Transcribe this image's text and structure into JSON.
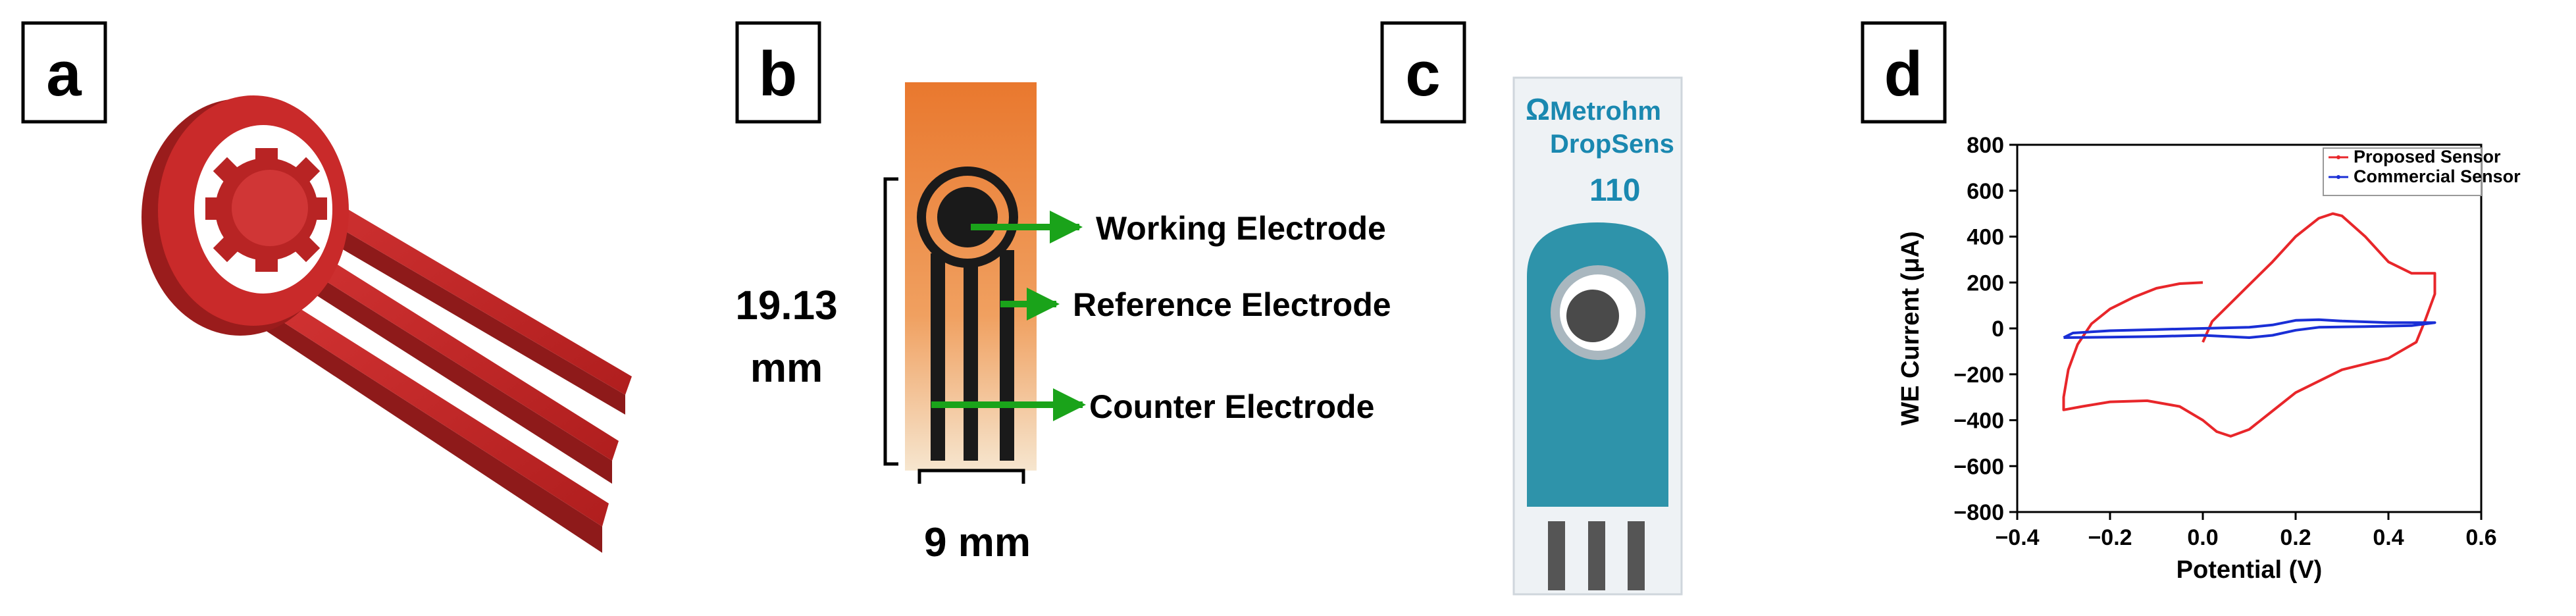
{
  "panels": {
    "a": {
      "letter": "a"
    },
    "b": {
      "letter": "b",
      "height_value": "19.13",
      "height_unit": "mm",
      "width_label": "9 mm",
      "labels": {
        "working": "Working Electrode",
        "reference": "Reference Electrode",
        "counter": "Counter Electrode"
      },
      "arrow_color": "#1aa31a"
    },
    "c": {
      "letter": "c",
      "brand_symbol": "Ω",
      "brand_line1": "Metrohm",
      "brand_line2": "DropSens",
      "model": "110",
      "sensor_color": "#2e93aa"
    },
    "d": {
      "letter": "d"
    }
  },
  "chart_data": {
    "type": "line",
    "xlabel": "Potential (V)",
    "ylabel": "WE Current (μA)",
    "xlim": [
      -0.4,
      0.6
    ],
    "ylim": [
      -800,
      800
    ],
    "xticks": [
      -0.4,
      -0.2,
      0.0,
      0.2,
      0.4,
      0.6
    ],
    "yticks": [
      -800,
      -600,
      -400,
      -200,
      0,
      200,
      400,
      600,
      800
    ],
    "grid": false,
    "legend": "top-right",
    "series": [
      {
        "name": "Proposed Sensor",
        "color": "#e8262a",
        "points": [
          [
            0.0,
            200
          ],
          [
            -0.05,
            195
          ],
          [
            -0.1,
            175
          ],
          [
            -0.15,
            135
          ],
          [
            -0.2,
            85
          ],
          [
            -0.24,
            20
          ],
          [
            -0.27,
            -70
          ],
          [
            -0.29,
            -180
          ],
          [
            -0.3,
            -300
          ],
          [
            -0.3,
            -355
          ],
          [
            -0.26,
            -340
          ],
          [
            -0.2,
            -320
          ],
          [
            -0.12,
            -315
          ],
          [
            -0.05,
            -340
          ],
          [
            0.0,
            -400
          ],
          [
            0.03,
            -450
          ],
          [
            0.06,
            -470
          ],
          [
            0.1,
            -440
          ],
          [
            0.15,
            -360
          ],
          [
            0.2,
            -280
          ],
          [
            0.3,
            -180
          ],
          [
            0.4,
            -130
          ],
          [
            0.46,
            -60
          ],
          [
            0.48,
            40
          ],
          [
            0.5,
            150
          ],
          [
            0.5,
            240
          ],
          [
            0.45,
            240
          ],
          [
            0.4,
            290
          ],
          [
            0.35,
            400
          ],
          [
            0.3,
            490
          ],
          [
            0.28,
            500
          ],
          [
            0.25,
            480
          ],
          [
            0.2,
            400
          ],
          [
            0.15,
            290
          ],
          [
            0.1,
            190
          ],
          [
            0.05,
            90
          ],
          [
            0.02,
            30
          ],
          [
            0.0,
            -60
          ]
        ]
      },
      {
        "name": "Commercial Sensor",
        "color": "#1a2fd6",
        "points": [
          [
            -0.3,
            -40
          ],
          [
            -0.28,
            -20
          ],
          [
            -0.2,
            -10
          ],
          [
            -0.1,
            -5
          ],
          [
            0.0,
            0
          ],
          [
            0.1,
            5
          ],
          [
            0.15,
            15
          ],
          [
            0.2,
            35
          ],
          [
            0.25,
            38
          ],
          [
            0.3,
            32
          ],
          [
            0.4,
            25
          ],
          [
            0.5,
            25
          ],
          [
            0.45,
            12
          ],
          [
            0.35,
            8
          ],
          [
            0.25,
            5
          ],
          [
            0.2,
            -8
          ],
          [
            0.15,
            -30
          ],
          [
            0.1,
            -40
          ],
          [
            0.05,
            -35
          ],
          [
            0.0,
            -30
          ],
          [
            -0.1,
            -35
          ],
          [
            -0.2,
            -38
          ],
          [
            -0.3,
            -40
          ]
        ]
      }
    ]
  }
}
